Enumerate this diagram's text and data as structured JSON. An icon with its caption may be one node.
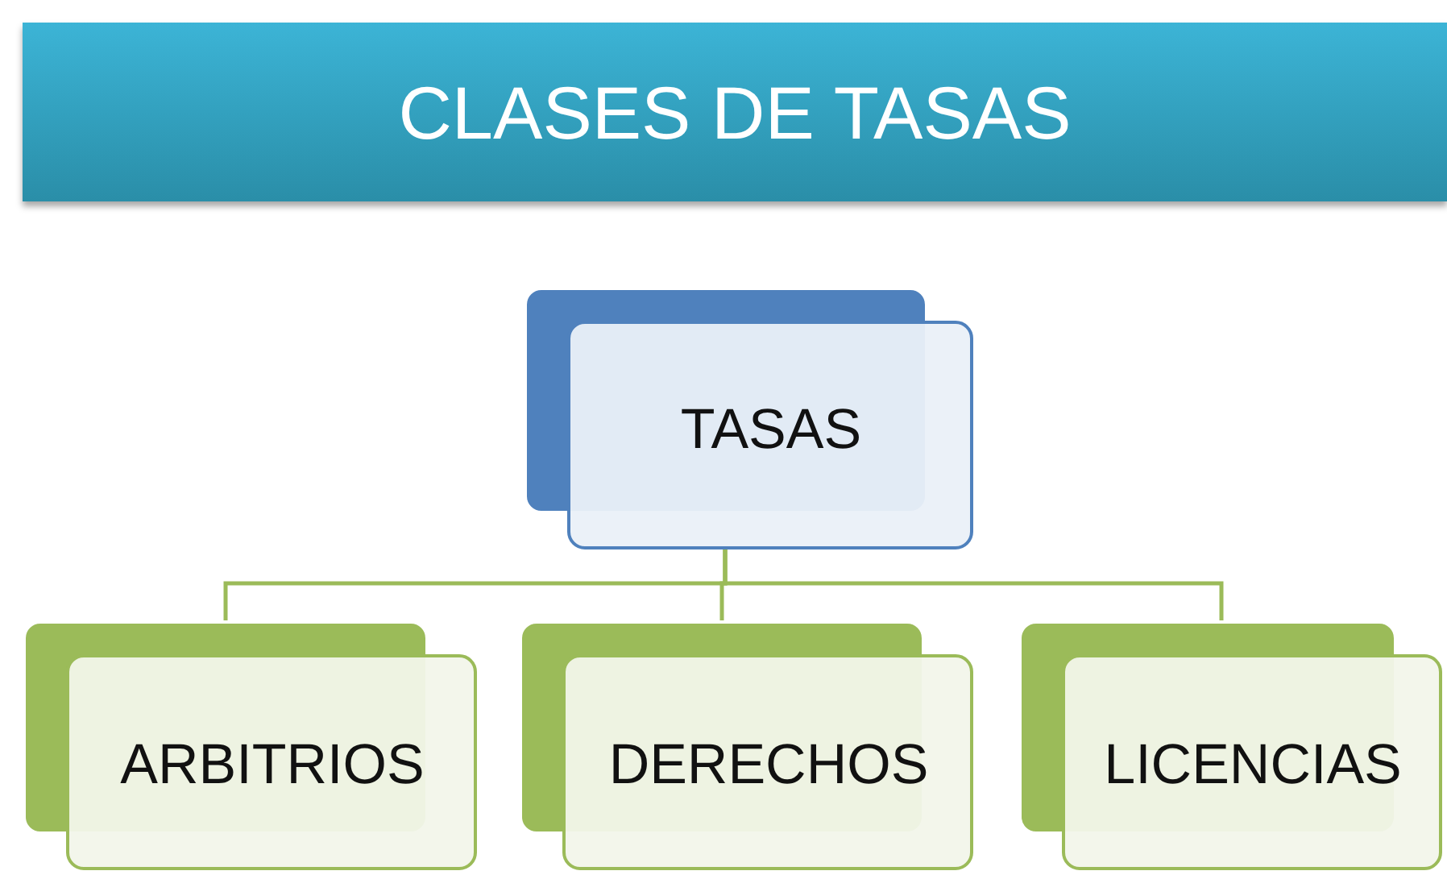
{
  "diagram": {
    "title": "CLASES DE TASAS",
    "nodes": [
      {
        "text": [
          "TASAS"
        ]
      },
      {
        "text": [
          "ARBITRIOS"
        ]
      },
      {
        "text": [
          "DERECHOS"
        ]
      },
      {
        "text": [
          "LICENCIAS"
        ]
      }
    ],
    "edges": [
      {
        "from": 0,
        "to": 1,
        "arrow": "none"
      },
      {
        "from": 0,
        "to": 2,
        "arrow": "none"
      },
      {
        "from": 0,
        "to": 3,
        "arrow": "none"
      }
    ]
  }
}
